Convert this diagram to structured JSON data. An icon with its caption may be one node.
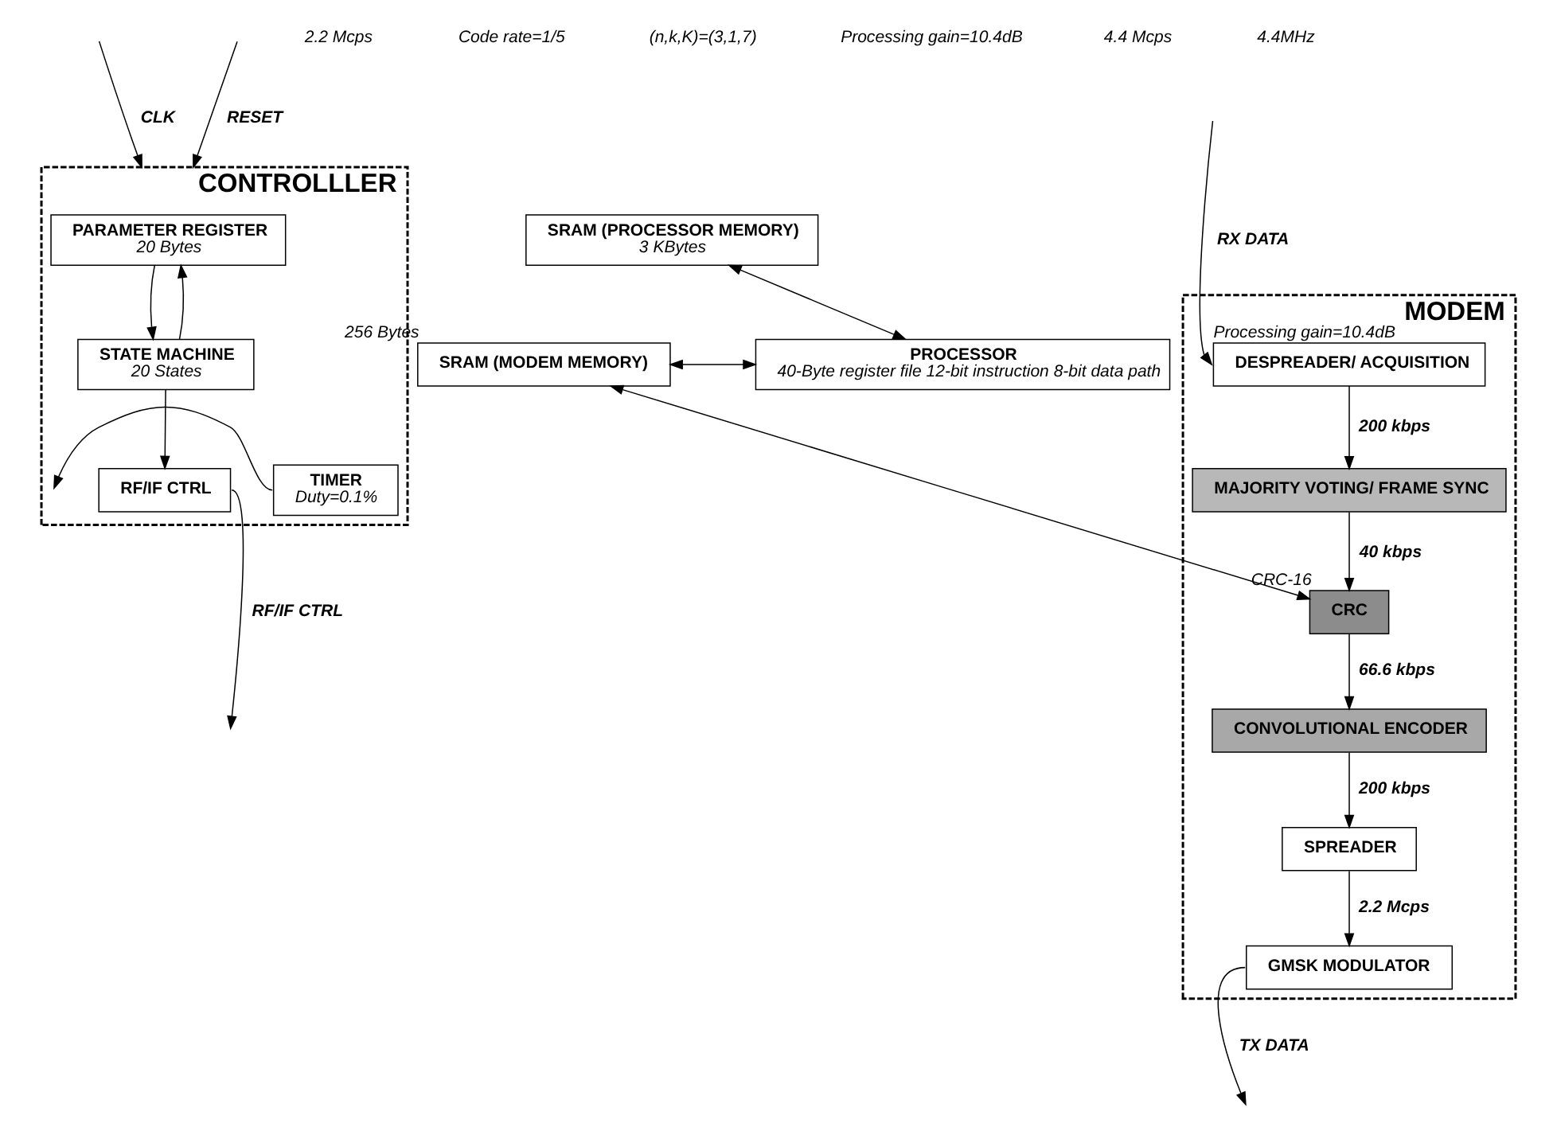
{
  "diagram": {
    "nodes": [
      {
        "text": [
          "MODEM"
        ]
      },
      {
        "text": [
          "DESPREADER/ ACQUISITION"
        ],
        "beside": [
          "Processing gain=10.4dB"
        ],
        "in": 0
      },
      {
        "text": [
          "MAJORITY VOTING/ FRAME SYNC"
        ],
        "in": 0
      },
      {
        "text": [
          "CRC"
        ],
        "beside": [
          "CRC-16"
        ],
        "in": 0
      },
      {
        "text": [
          "CONVOLUTIONAL ENCODER"
        ],
        "in": 0
      },
      {
        "text": [
          "SPREADER"
        ],
        "in": 0
      },
      {
        "text": [
          "GMSK MODULATOR"
        ],
        "in": 0
      },
      {
        "text": [
          "SRAM (PROCESSOR MEMORY)",
          "3 KBytes"
        ]
      },
      {
        "text": [
          "PROCESSOR",
          "40-Byte register file 12-bit instruction 8-bit data path"
        ]
      },
      {
        "text": [
          "SRAM (MODEM MEMORY)"
        ],
        "beside": [
          "256 Bytes"
        ]
      },
      {
        "text": [
          "CONTROLLLER"
        ]
      },
      {
        "text": [
          "PARAMETER REGISTER",
          "20 Bytes"
        ],
        "in": 10
      },
      {
        "text": [
          "TIMER",
          "Duty=0.1%"
        ],
        "in": 10
      },
      {
        "text": [
          "STATE MACHINE",
          "20 States"
        ],
        "in": 10
      },
      {
        "text": [
          "RF/IF CTRL"
        ],
        "in": 10
      }
    ],
    "edges": [
      {
        "from": null,
        "to": 1,
        "arrow": "to",
        "label": "RX DATA"
      },
      {
        "from": 1,
        "to": 2,
        "arrow": "to",
        "label": "200 kbps"
      },
      {
        "from": 2,
        "to": 3,
        "arrow": "to",
        "label": "40 kbps"
      },
      {
        "from": 3,
        "to": 4,
        "arrow": "to",
        "label": "66.6 kbps"
      },
      {
        "from": 4,
        "to": 5,
        "arrow": "to",
        "label": "200 kbps"
      },
      {
        "from": 5,
        "to": 6,
        "arrow": "to",
        "label": "2.2 Mcps"
      },
      {
        "from": 6,
        "to": null,
        "arrow": "to",
        "label": "TX DATA"
      },
      {
        "from": 7,
        "to": 8,
        "arrow": "both"
      },
      {
        "from": 3,
        "to": 9,
        "arrow": "both"
      },
      {
        "from": 9,
        "to": 8,
        "arrow": "both"
      },
      {
        "from": 12,
        "to": null,
        "arrow": "to"
      },
      {
        "from": 13,
        "to": 11,
        "arrow": "to"
      },
      {
        "from": 11,
        "to": 13,
        "arrow": "to"
      },
      {
        "from": 13,
        "to": 14,
        "arrow": "to"
      },
      {
        "from": 14,
        "to": null,
        "arrow": "to",
        "label": "RF/IF CTRL"
      },
      {
        "from": null,
        "to": 10,
        "arrow": "to",
        "label": "CLK"
      },
      {
        "from": null,
        "to": 10,
        "arrow": "to",
        "label": "RESET"
      }
    ],
    "labels": [
      "2.2 Mcps",
      "Code rate=1/5",
      "(n,k,K)=(3,1,7)",
      "Processing gain=10.4dB",
      "4.4 Mcps",
      "4.4MHz"
    ]
  }
}
